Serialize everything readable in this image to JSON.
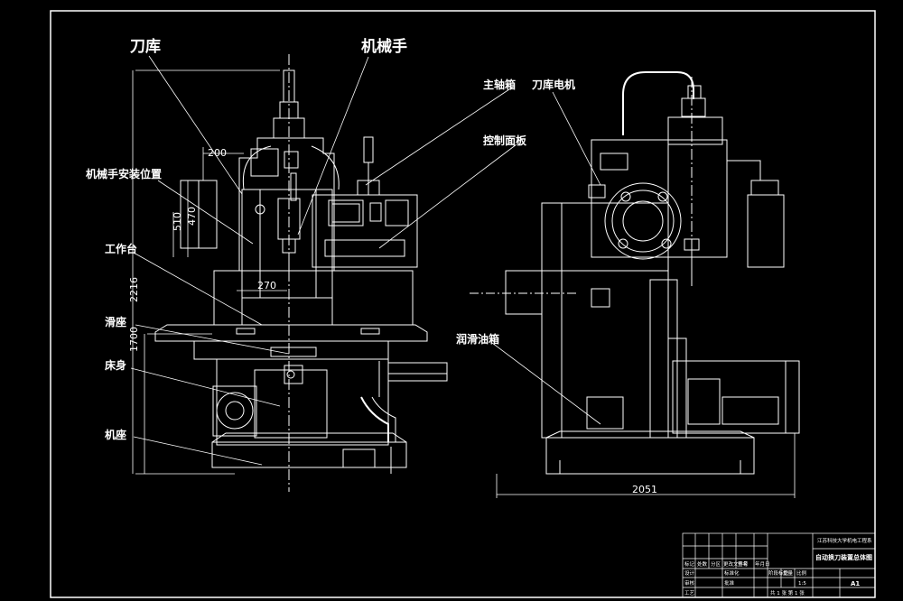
{
  "labels": {
    "tool_magazine": "刀库",
    "manipulator": "机械手",
    "spindle_box": "主轴箱",
    "magazine_motor": "刀库电机",
    "control_panel": "控制面板",
    "manipulator_mount": "机械手安装位置",
    "worktable": "工作台",
    "slide": "滑座",
    "bed": "床身",
    "base": "机座",
    "lube_tank": "润滑油箱"
  },
  "dimensions": {
    "d200": "200",
    "d470": "470",
    "d510": "510",
    "d270": "270",
    "d2216": "2216",
    "d1700": "1700",
    "d2051": "2051"
  },
  "title_block": {
    "school": "江苏科技大学机电工程系",
    "drawing_title": "自动换刀装置总体图",
    "sheet_size": "A1",
    "scale": "1:5",
    "sheet_info": "共 1 张  第 1 张",
    "row_labels": [
      "标记",
      "处数",
      "分区",
      "更改文件号",
      "签名",
      "年月日"
    ],
    "role_labels": [
      "设计",
      "审核",
      "工艺",
      "标准化",
      "批准"
    ],
    "stage_labels": [
      "阶段标记",
      "重量",
      "比例"
    ]
  },
  "colors": {
    "background": "#000000",
    "lines": "#ffffff",
    "centerline": "#ffffff"
  }
}
